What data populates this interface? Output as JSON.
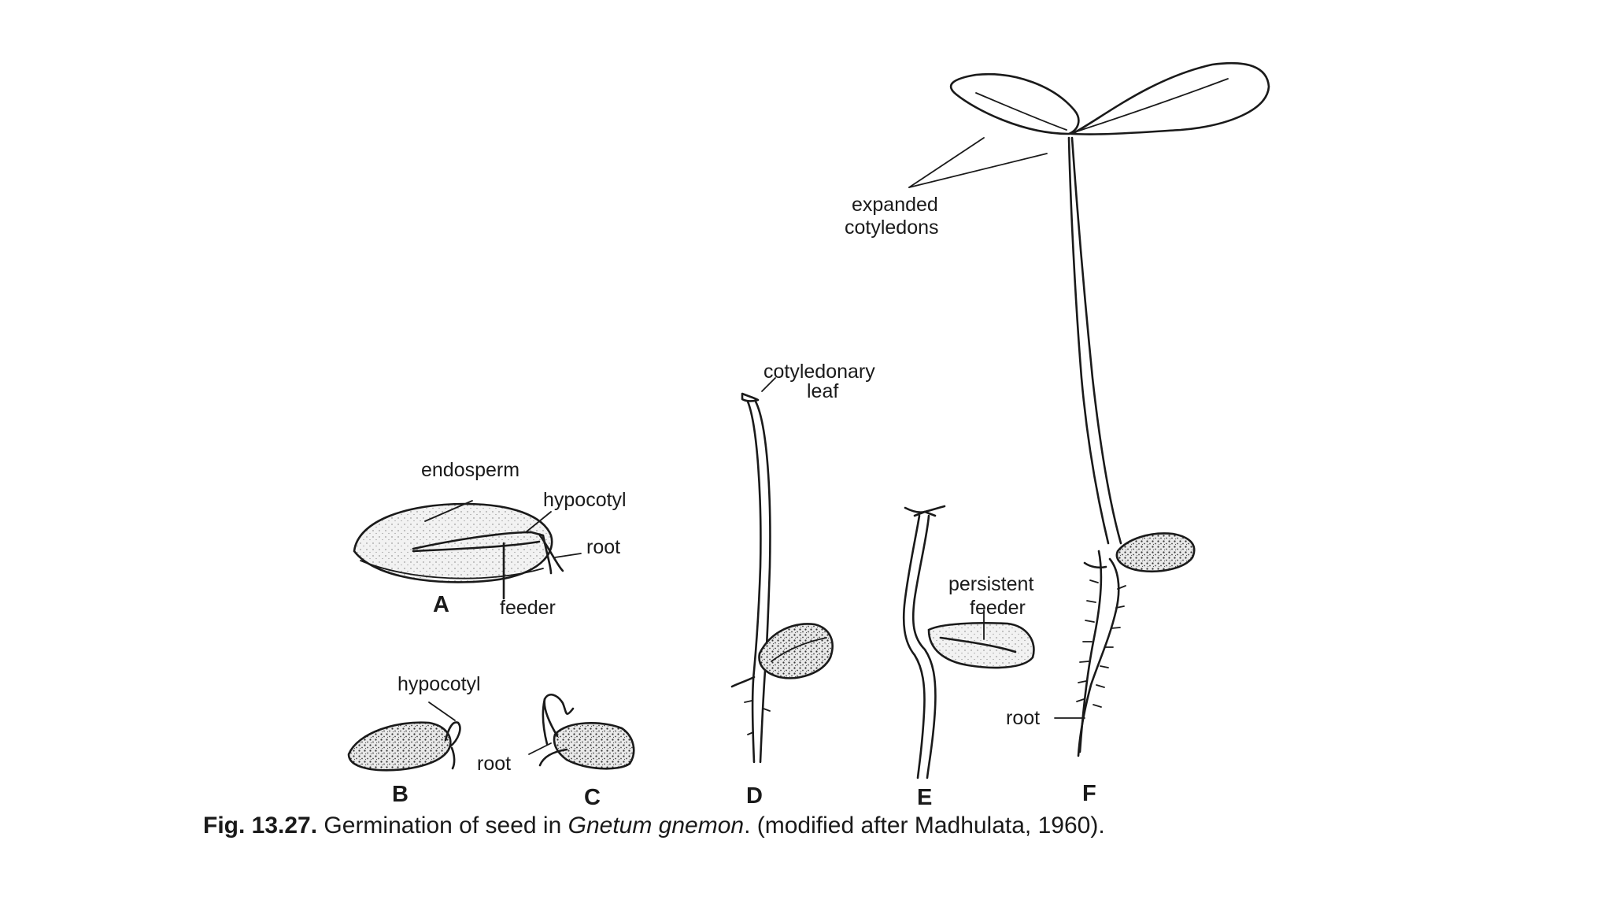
{
  "figure": {
    "caption": {
      "number": "Fig. 13.27.",
      "text_before": "Germination of seed in",
      "species": "Gnetum gnemon",
      "text_after": ". (modified after Madhulata, 1960)."
    },
    "panels": [
      "A",
      "B",
      "C",
      "D",
      "E",
      "F"
    ],
    "labels": {
      "a_endosperm": "endosperm",
      "a_hypocotyl": "hypocotyl",
      "a_root": "root",
      "a_feeder": "feeder",
      "b_hypocotyl": "hypocotyl",
      "c_root": "root",
      "d_cotyledonary": "cotyledonary",
      "d_leaf": "leaf",
      "e_persistent": "persistent",
      "e_feeder": "feeder",
      "f_expanded": "expanded",
      "f_cotyledons": "cotyledons",
      "f_root": "root"
    }
  }
}
